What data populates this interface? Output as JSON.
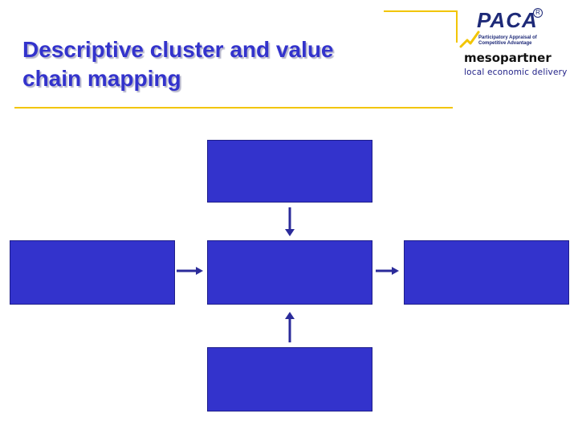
{
  "slide": {
    "title_lines": [
      "Descriptive cluster and value",
      "chain mapping"
    ]
  },
  "logo": {
    "paca_name": "PACA",
    "registered_mark": "R",
    "paca_tagline": [
      "Participatory Appraisal of",
      "Competitive Advantage"
    ],
    "company_name": "mesopartner",
    "company_tagline": "local economic delivery"
  },
  "diagram": {
    "boxes": [
      "top-box",
      "left-box",
      "center-box",
      "right-box",
      "bottom-box"
    ],
    "arrows": [
      "top-to-center",
      "left-to-center",
      "center-to-right",
      "bottom-to-center"
    ]
  },
  "colors": {
    "title": "#3333cc",
    "rule": "#f2c500",
    "box_fill": "#3333cc",
    "arrow": "#2b2b9a",
    "paca_text": "#1e2a78",
    "paca_accent": "#f2c500",
    "meso_sub": "#222288"
  }
}
